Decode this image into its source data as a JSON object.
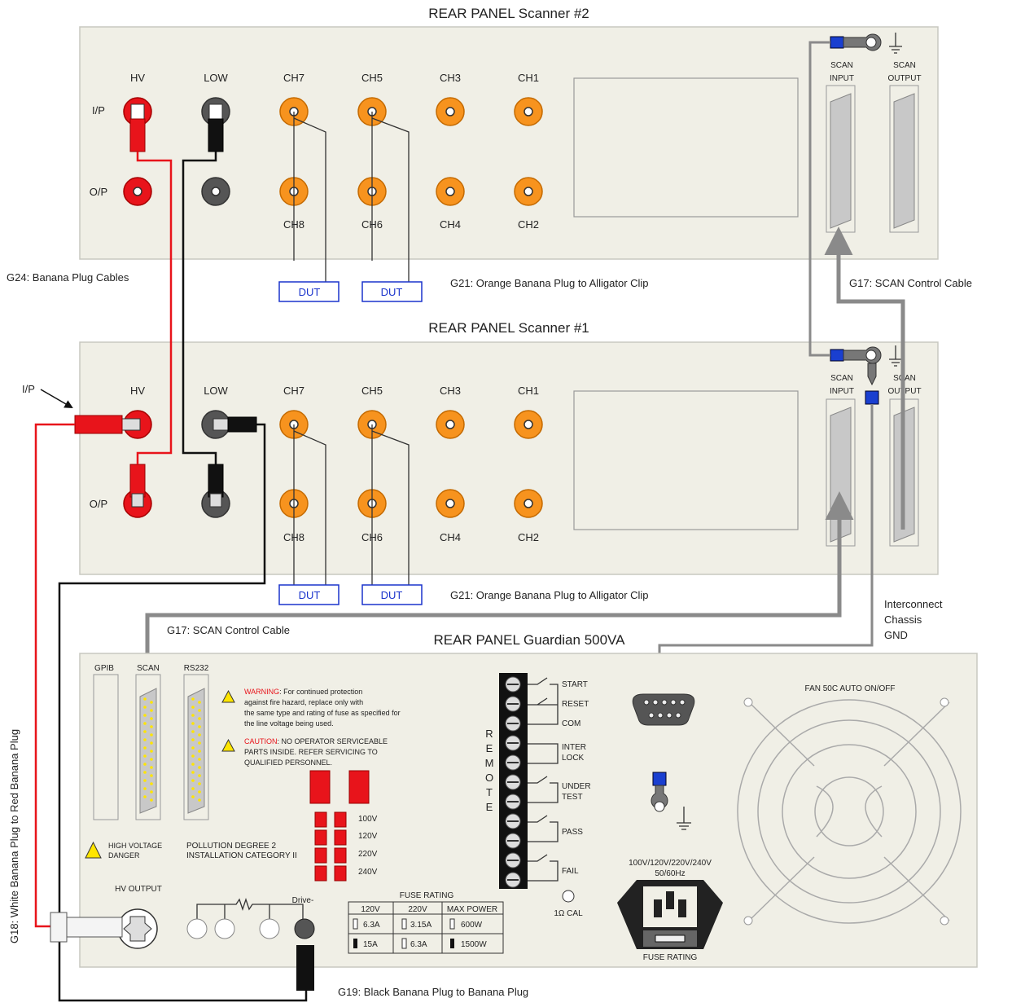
{
  "scanner2": {
    "title": "REAR PANEL Scanner #2",
    "hv": "HV",
    "low": "LOW",
    "ip": "I/P",
    "op": "O/P",
    "ch_top": [
      "CH7",
      "CH5",
      "CH3",
      "CH1"
    ],
    "ch_bottom": [
      "CH8",
      "CH6",
      "CH4",
      "CH2"
    ],
    "scan_input": [
      "SCAN",
      "INPUT"
    ],
    "scan_output": [
      "SCAN",
      "OUTPUT"
    ],
    "dut": [
      "DUT",
      "DUT"
    ],
    "g21": "G21: Orange Banana Plug to Alligator Clip"
  },
  "scanner1": {
    "title": "REAR PANEL Scanner #1",
    "hv": "HV",
    "low": "LOW",
    "ip": "I/P",
    "op": "O/P",
    "ch_top": [
      "CH7",
      "CH5",
      "CH3",
      "CH1"
    ],
    "ch_bottom": [
      "CH8",
      "CH6",
      "CH4",
      "CH2"
    ],
    "scan_input": [
      "SCAN",
      "INPUT"
    ],
    "scan_output": [
      "SCAN",
      "OUTPUT"
    ],
    "dut": [
      "DUT",
      "DUT"
    ],
    "g21": "G21: Orange Banana Plug to Alligator Clip"
  },
  "labels": {
    "g24": "G24: Banana Plug Cables",
    "g17_top": "G17: SCAN Control Cable",
    "g17_bottom": "G17: SCAN Control Cable",
    "ip_arrow": "I/P",
    "interconnect": [
      "Interconnect",
      "Chassis",
      "GND"
    ],
    "g18": "G18: White Banana Plug to Red Banana Plug",
    "g19": "G19: Black Banana Plug to Banana Plug"
  },
  "guardian": {
    "title": "REAR PANEL Guardian 500VA",
    "ports": [
      "GPIB",
      "SCAN",
      "RS232"
    ],
    "warning_head": "WARNING",
    "warning_lines": [
      ": For continued protection",
      "against fire hazard, replace only with",
      "the same type and rating of fuse as specified for",
      "the line voltage being used."
    ],
    "caution_head": "CAUTION",
    "caution_lines": [
      ": NO OPERATOR SERVICEABLE",
      "PARTS INSIDE.  REFER SERVICING TO",
      "QUALIFIED PERSONNEL."
    ],
    "hv_danger": [
      "HIGH VOLTAGE",
      "DANGER"
    ],
    "pollution": [
      "POLLUTION DEGREE 2",
      "INSTALLATION CATEGORY II"
    ],
    "voltages": [
      "100V",
      "120V",
      "220V",
      "240V"
    ],
    "remote_letters": [
      "R",
      "E",
      "M",
      "O",
      "T",
      "E"
    ],
    "remote_labels": [
      [
        "START"
      ],
      [
        "RESET"
      ],
      [
        "COM"
      ],
      [
        "INTER",
        "LOCK"
      ],
      [
        "UNDER",
        "TEST"
      ],
      [
        "PASS"
      ],
      [
        "FAIL"
      ]
    ],
    "hv_output": "HV OUTPUT",
    "drive": "Drive-",
    "cal": "1Ω CAL",
    "fuse_title": "FUSE RATING",
    "fuse_header": [
      "120V",
      "220V",
      "MAX POWER"
    ],
    "fuse_rows": [
      [
        "6.3A",
        "3.15A",
        "600W"
      ],
      [
        "15A",
        "6.3A",
        "1500W"
      ]
    ],
    "line_voltage": [
      "100V/120V/220V/240V",
      "50/60Hz"
    ],
    "fuse_label": "FUSE RATING",
    "fan": "FAN 50C AUTO ON/OFF"
  },
  "colors": {
    "red": "#e8141b",
    "orange": "#f7931e",
    "gray_cable": "#8a8a8a",
    "dut_blue": "#1a33cc",
    "panel": "#f0efe6"
  }
}
